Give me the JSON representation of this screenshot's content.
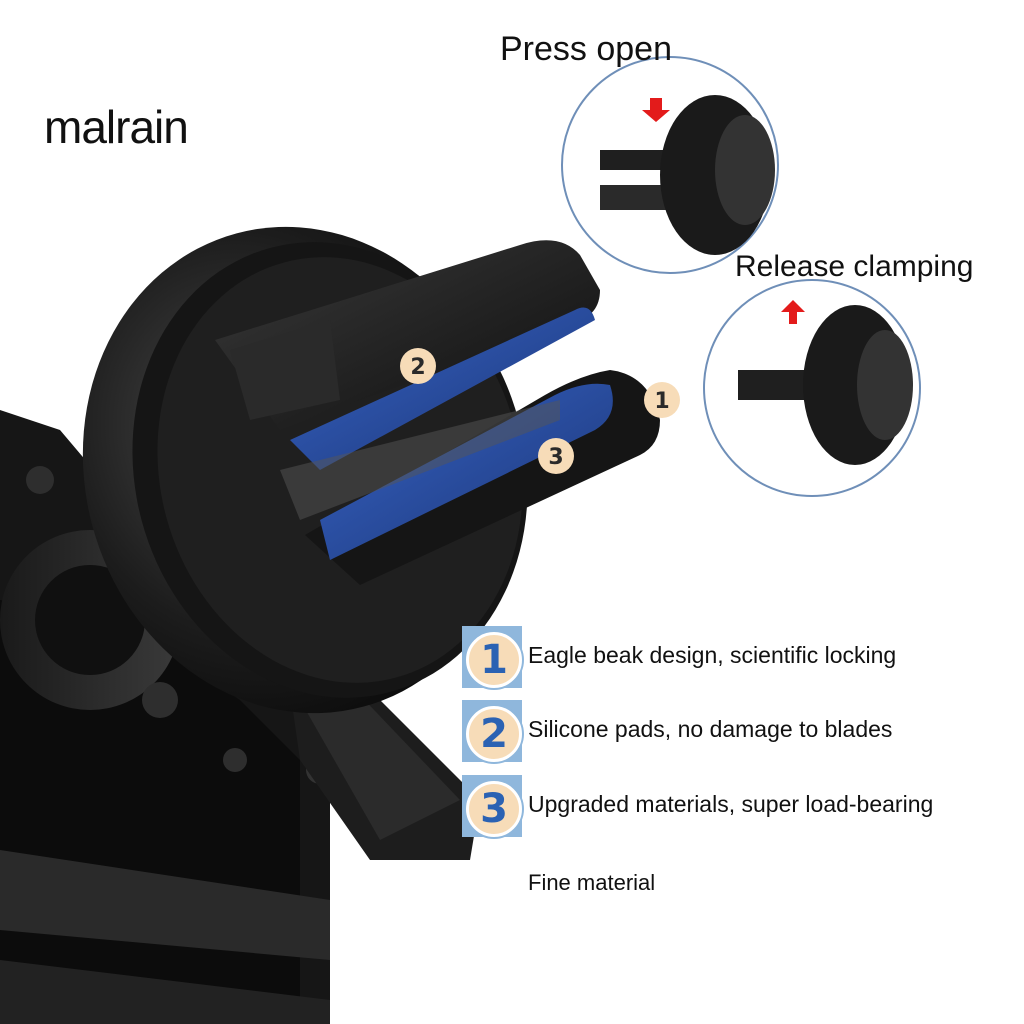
{
  "brand": "malrain",
  "callouts": {
    "press_open": "Press open",
    "release_clamping": "Release clamping"
  },
  "product_numbers": [
    "1",
    "2",
    "3"
  ],
  "features": [
    {
      "number": "1",
      "text": "Eagle beak design, scientific locking"
    },
    {
      "number": "2",
      "text": "Silicone pads, no damage to blades"
    },
    {
      "number": "3",
      "text": "Upgraded materials, super load-bearing"
    }
  ],
  "footer_text": "Fine material",
  "colors": {
    "badge_fill": "#f7dcb8",
    "badge_number": "#2b62b3",
    "badge_bar": "#8fb7dc",
    "pad_blue": "#2a4ea8",
    "arrow_red": "#e31b1b",
    "body_black": "#1a1a1a"
  }
}
